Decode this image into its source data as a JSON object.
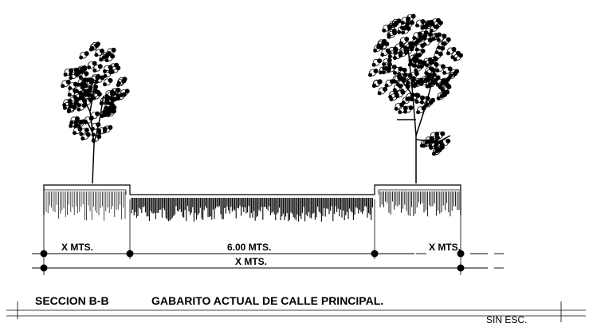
{
  "section": {
    "dimensions": {
      "left_width": "X  MTS.",
      "road_width": "6.00 MTS.",
      "right_width": "X  MTS.",
      "total_width": "X  MTS."
    },
    "title": {
      "section_label": "SECCION B-B",
      "description": "GABARITO ACTUAL DE CALLE PRINCIPAL."
    },
    "scale_note": "SIN ESC."
  },
  "colors": {
    "line": "#000000",
    "background": "#ffffff"
  },
  "icons": [
    "tree-icon",
    "dimension-dot-icon"
  ]
}
